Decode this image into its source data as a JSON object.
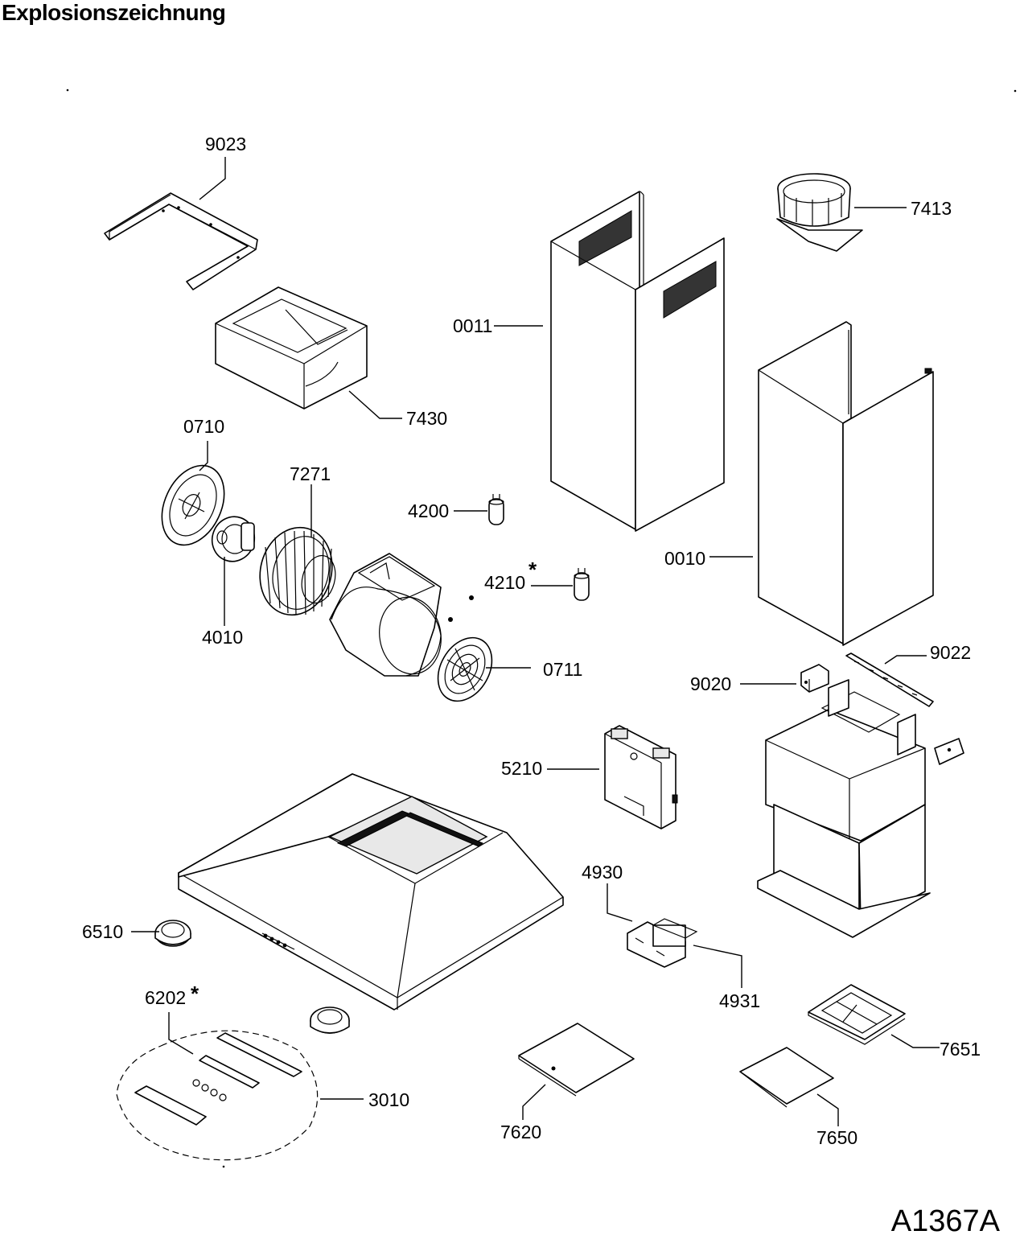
{
  "title": "Explosionszeichnung",
  "drawing_id": "A1367A",
  "parts": [
    {
      "number": "9023",
      "asterisk": false
    },
    {
      "number": "7430",
      "asterisk": false
    },
    {
      "number": "0710",
      "asterisk": false
    },
    {
      "number": "7271",
      "asterisk": false
    },
    {
      "number": "4010",
      "asterisk": false
    },
    {
      "number": "4200",
      "asterisk": false
    },
    {
      "number": "4210",
      "asterisk": true
    },
    {
      "number": "0711",
      "asterisk": false
    },
    {
      "number": "0011",
      "asterisk": false
    },
    {
      "number": "7413",
      "asterisk": false
    },
    {
      "number": "0010",
      "asterisk": false
    },
    {
      "number": "9022",
      "asterisk": false
    },
    {
      "number": "9020",
      "asterisk": false
    },
    {
      "number": "5210",
      "asterisk": false
    },
    {
      "number": "4930",
      "asterisk": false
    },
    {
      "number": "4931",
      "asterisk": false
    },
    {
      "number": "6510",
      "asterisk": false
    },
    {
      "number": "6202",
      "asterisk": true
    },
    {
      "number": "3010",
      "asterisk": false
    },
    {
      "number": "7620",
      "asterisk": false
    },
    {
      "number": "7650",
      "asterisk": false
    },
    {
      "number": "7651",
      "asterisk": false
    }
  ],
  "asterisk_mark": "*"
}
